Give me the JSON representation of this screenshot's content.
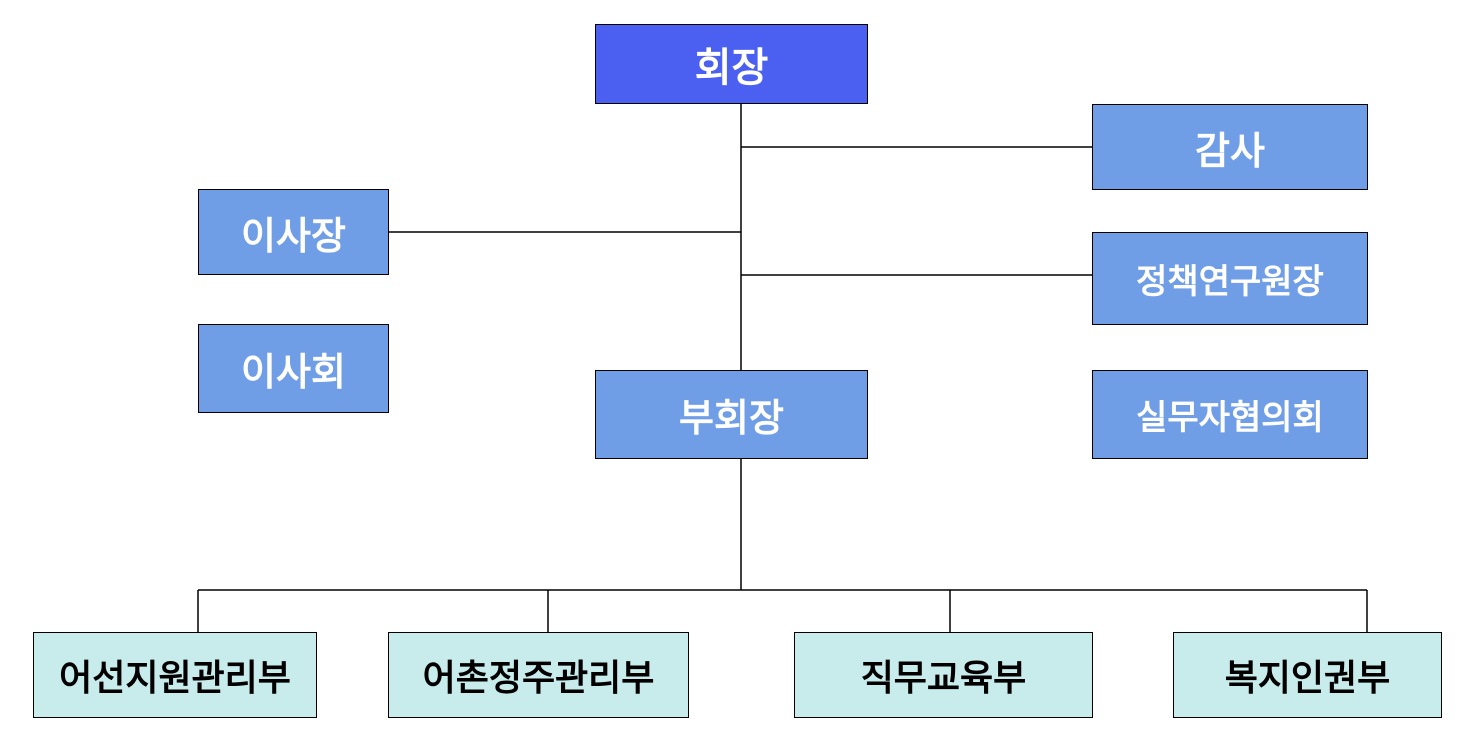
{
  "colors": {
    "top_fill": "#4b5ff0",
    "mid_fill": "#6f9ee6",
    "dept_fill": "#c8ecec",
    "line": "#000000"
  },
  "chairman": {
    "label": "회장"
  },
  "auditor": {
    "label": "감사"
  },
  "board_chair": {
    "label": "이사장"
  },
  "policy_institute_head": {
    "label": "정책연구원장"
  },
  "board": {
    "label": "이사회"
  },
  "vice_chairman": {
    "label": "부회장"
  },
  "working_council": {
    "label": "실무자협의회"
  },
  "departments": [
    {
      "label": "어선지원관리부"
    },
    {
      "label": "어촌정주관리부"
    },
    {
      "label": "직무교육부"
    },
    {
      "label": "복지인권부"
    }
  ]
}
